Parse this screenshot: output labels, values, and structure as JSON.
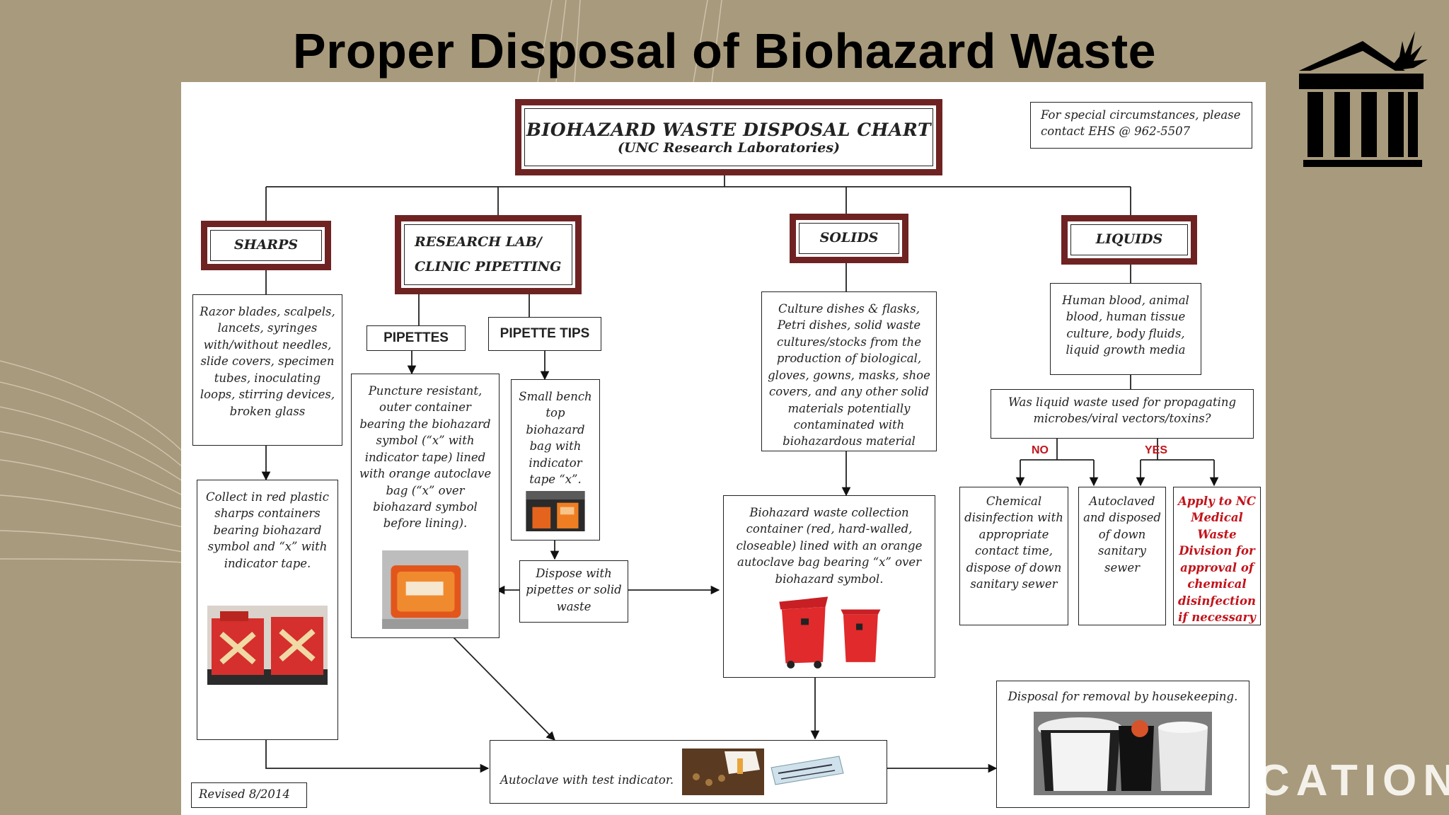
{
  "slide": {
    "title": "Proper Disposal of Biohazard Waste",
    "brand_text": "CATION",
    "colors": {
      "background": "#a89a7c",
      "header_border": "#6e2322",
      "alert_text": "#c3131b"
    }
  },
  "chart": {
    "title": "BIOHAZARD WASTE DISPOSAL CHART",
    "subtitle": "(UNC Research Laboratories)",
    "contact_note": "For special circumstances, please contact EHS @ 962-5507",
    "revised": "Revised 8/2014",
    "categories": {
      "sharps": "SHARPS",
      "research_line1": "RESEARCH LAB/",
      "research_line2": "CLINIC PIPETTING",
      "solids": "SOLIDS",
      "liquids": "LIQUIDS"
    },
    "sharps": {
      "description": "Razor blades, scalpels, lancets, syringes with/without needles, slide covers, specimen tubes, inoculating loops, stirring devices, broken glass",
      "collect": "Collect in red plastic sharps containers bearing biohazard symbol and “x” with indicator tape."
    },
    "pipettes": {
      "label": "PIPETTES",
      "description": "Puncture resistant, outer container bearing the biohazard symbol (“x” with indicator tape) lined with orange autoclave bag (“x” over biohazard symbol before lining)."
    },
    "pipette_tips": {
      "label": "PIPETTE TIPS",
      "description": "Small bench top biohazard bag with indicator tape “x”.",
      "dispose": "Dispose with pipettes or solid waste"
    },
    "solids": {
      "description": "Culture dishes & flasks, Petri dishes, solid waste cultures/stocks from the production of biological, gloves, gowns, masks, shoe covers, and any other solid materials potentially contaminated with biohazardous material",
      "collection": "Biohazard waste collection container (red, hard-walled, closeable) lined with an orange autoclave bag bearing “x” over biohazard symbol."
    },
    "liquids": {
      "description": "Human blood, animal blood, human tissue culture, body fluids, liquid growth media",
      "question": "Was liquid waste used for propagating microbes/viral vectors/toxins?",
      "no_label": "NO",
      "yes_label": "YES",
      "chemical": "Chemical disinfection with appropriate contact time, dispose of down sanitary sewer",
      "autoclaved": "Autoclaved and disposed of down sanitary sewer",
      "apply": "Apply to NC Medical Waste Division for approval of chemical disinfection if necessary"
    },
    "autoclave": "Autoclave with test indicator.",
    "housekeeping": "Disposal for removal by housekeeping."
  }
}
